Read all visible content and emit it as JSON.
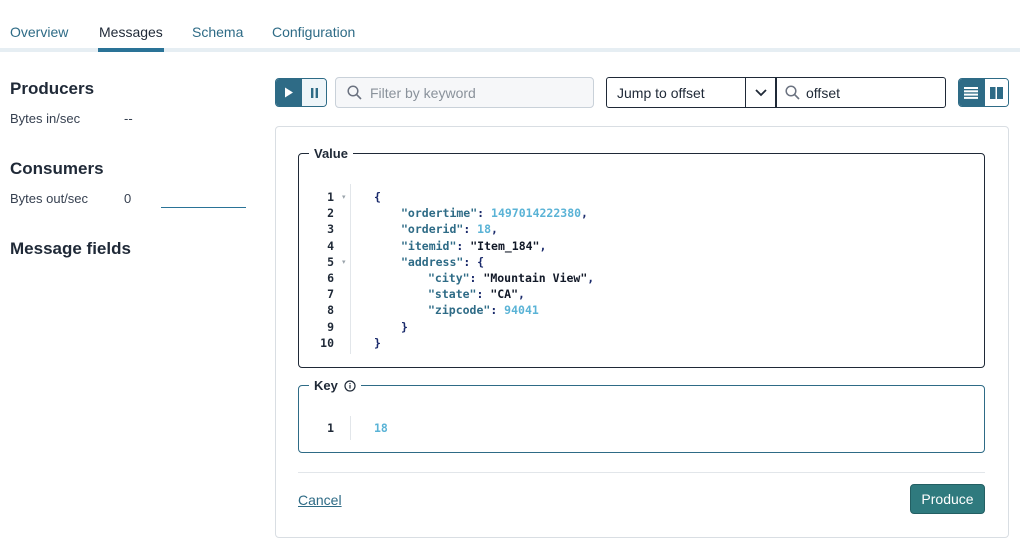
{
  "tabs": [
    {
      "label": "Overview",
      "active": false
    },
    {
      "label": "Messages",
      "active": true
    },
    {
      "label": "Schema",
      "active": false
    },
    {
      "label": "Configuration",
      "active": false
    }
  ],
  "producers": {
    "title": "Producers",
    "metric_label": "Bytes in/sec",
    "metric_value": "--"
  },
  "consumers": {
    "title": "Consumers",
    "metric_label": "Bytes out/sec",
    "metric_value": "0"
  },
  "message_fields": {
    "title": "Message fields"
  },
  "toolbar": {
    "play_icon": "play-icon",
    "pause_icon": "pause-icon",
    "filter_placeholder": "Filter by keyword",
    "jump_select": "Jump to offset",
    "offset_placeholder": "offset",
    "view_list_icon": "list-view-icon",
    "view_split_icon": "split-view-icon"
  },
  "value_editor": {
    "legend": "Value",
    "lines": [
      {
        "n": "1",
        "text": "{"
      },
      {
        "n": "2",
        "key": "\"ordertime\"",
        "val": "1497014222380",
        "type": "num",
        "trail": ","
      },
      {
        "n": "3",
        "key": "\"orderid\"",
        "val": "18",
        "type": "num",
        "trail": ","
      },
      {
        "n": "4",
        "key": "\"itemid\"",
        "val": "\"Item_184\"",
        "type": "str",
        "trail": ","
      },
      {
        "n": "5",
        "key": "\"address\"",
        "val": "{",
        "type": "punc",
        "trail": ""
      },
      {
        "n": "6",
        "key": "\"city\"",
        "val": "\"Mountain View\"",
        "type": "str",
        "trail": ","
      },
      {
        "n": "7",
        "key": "\"state\"",
        "val": "\"CA\"",
        "type": "str",
        "trail": ","
      },
      {
        "n": "8",
        "key": "\"zipcode\"",
        "val": "94041",
        "type": "num",
        "trail": ""
      },
      {
        "n": "9",
        "text": "}"
      },
      {
        "n": "10",
        "text": "}"
      }
    ]
  },
  "key_editor": {
    "legend": "Key",
    "info_icon": "info-icon",
    "lines": [
      {
        "n": "1",
        "val": "18"
      }
    ]
  },
  "actions": {
    "cancel": "Cancel",
    "produce": "Produce"
  },
  "colors": {
    "accent": "#2e6b86",
    "produce_button": "#2f7a7e",
    "json_number": "#5ab3d6"
  }
}
